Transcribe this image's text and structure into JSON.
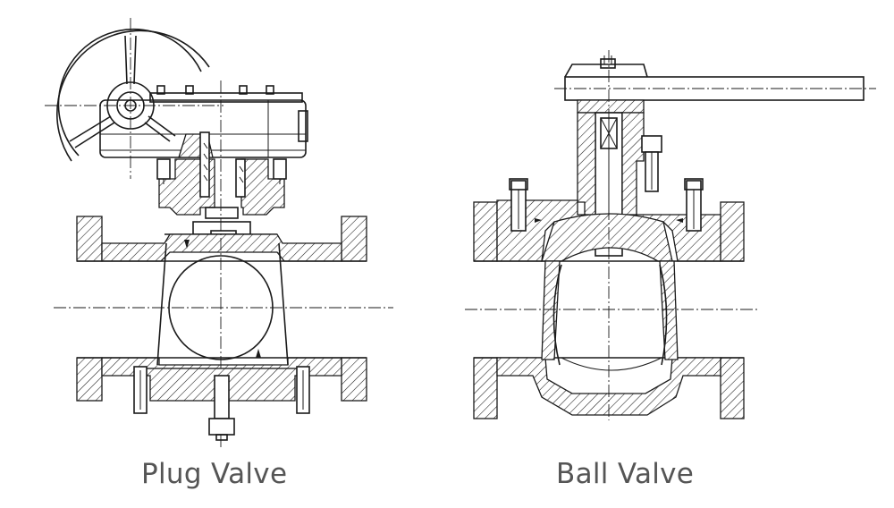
{
  "figures": [
    {
      "id": "plug",
      "caption": "Plug Valve"
    },
    {
      "id": "ball",
      "caption": "Ball Valve"
    }
  ],
  "colors": {
    "line": "#1a1a1a",
    "caption": "#555555",
    "background": "#ffffff"
  }
}
